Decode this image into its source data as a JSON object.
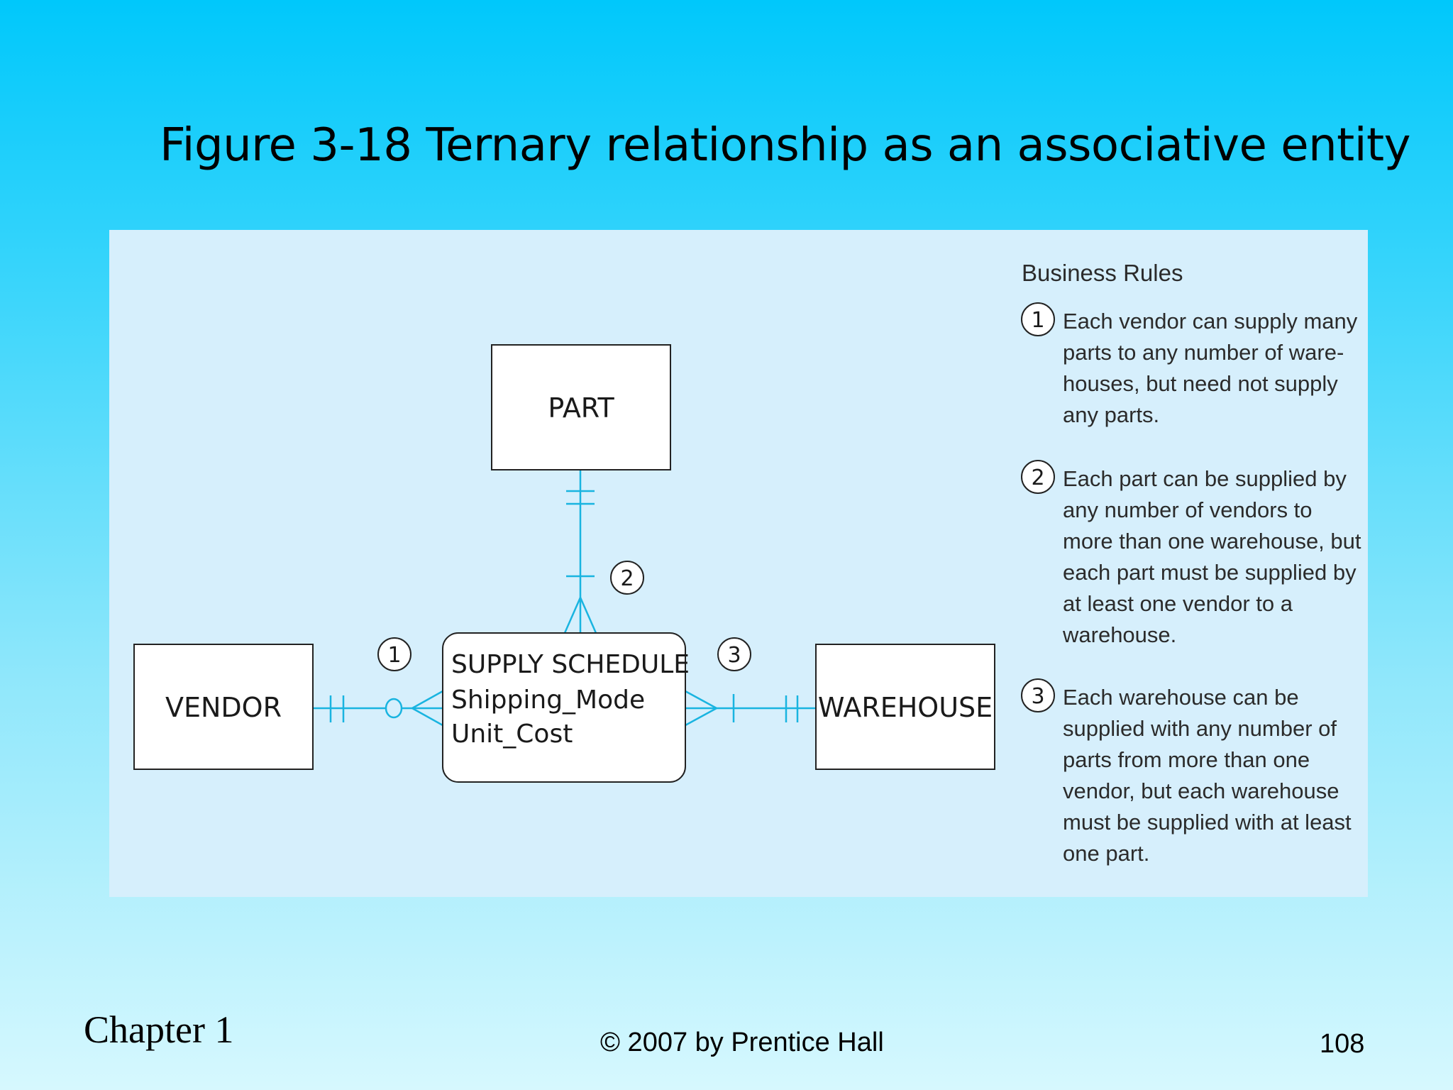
{
  "slide": {
    "title": "Figure 3-18 Ternary relationship as an associative entity",
    "footer": {
      "chapter": "Chapter 1",
      "copyright": "© 2007 by Prentice Hall",
      "page_number": "108"
    }
  },
  "diagram": {
    "line_color": "#19b4e0",
    "entities": {
      "part": "PART",
      "vendor": "VENDOR",
      "warehouse": "WAREHOUSE"
    },
    "associative_entity": {
      "name": "SUPPLY SCHEDULE",
      "attributes": [
        "Shipping_Mode",
        "Unit_Cost"
      ]
    },
    "relationship_markers": [
      "1",
      "2",
      "3"
    ]
  },
  "business_rules": {
    "heading": "Business Rules",
    "rules": [
      {
        "number": "1",
        "lines": [
          "Each vendor can supply many",
          "parts to any number of ware-",
          "houses, but need not supply",
          "any parts."
        ]
      },
      {
        "number": "2",
        "lines": [
          "Each part can be supplied by",
          "any number of vendors to",
          "more than one warehouse, but",
          "each part must be supplied by",
          "at least one vendor to a",
          "warehouse."
        ]
      },
      {
        "number": "3",
        "lines": [
          "Each warehouse can be",
          "supplied with any number of",
          "parts from more than one",
          "vendor, but each warehouse",
          "must be supplied with at least",
          "one part."
        ]
      }
    ]
  }
}
